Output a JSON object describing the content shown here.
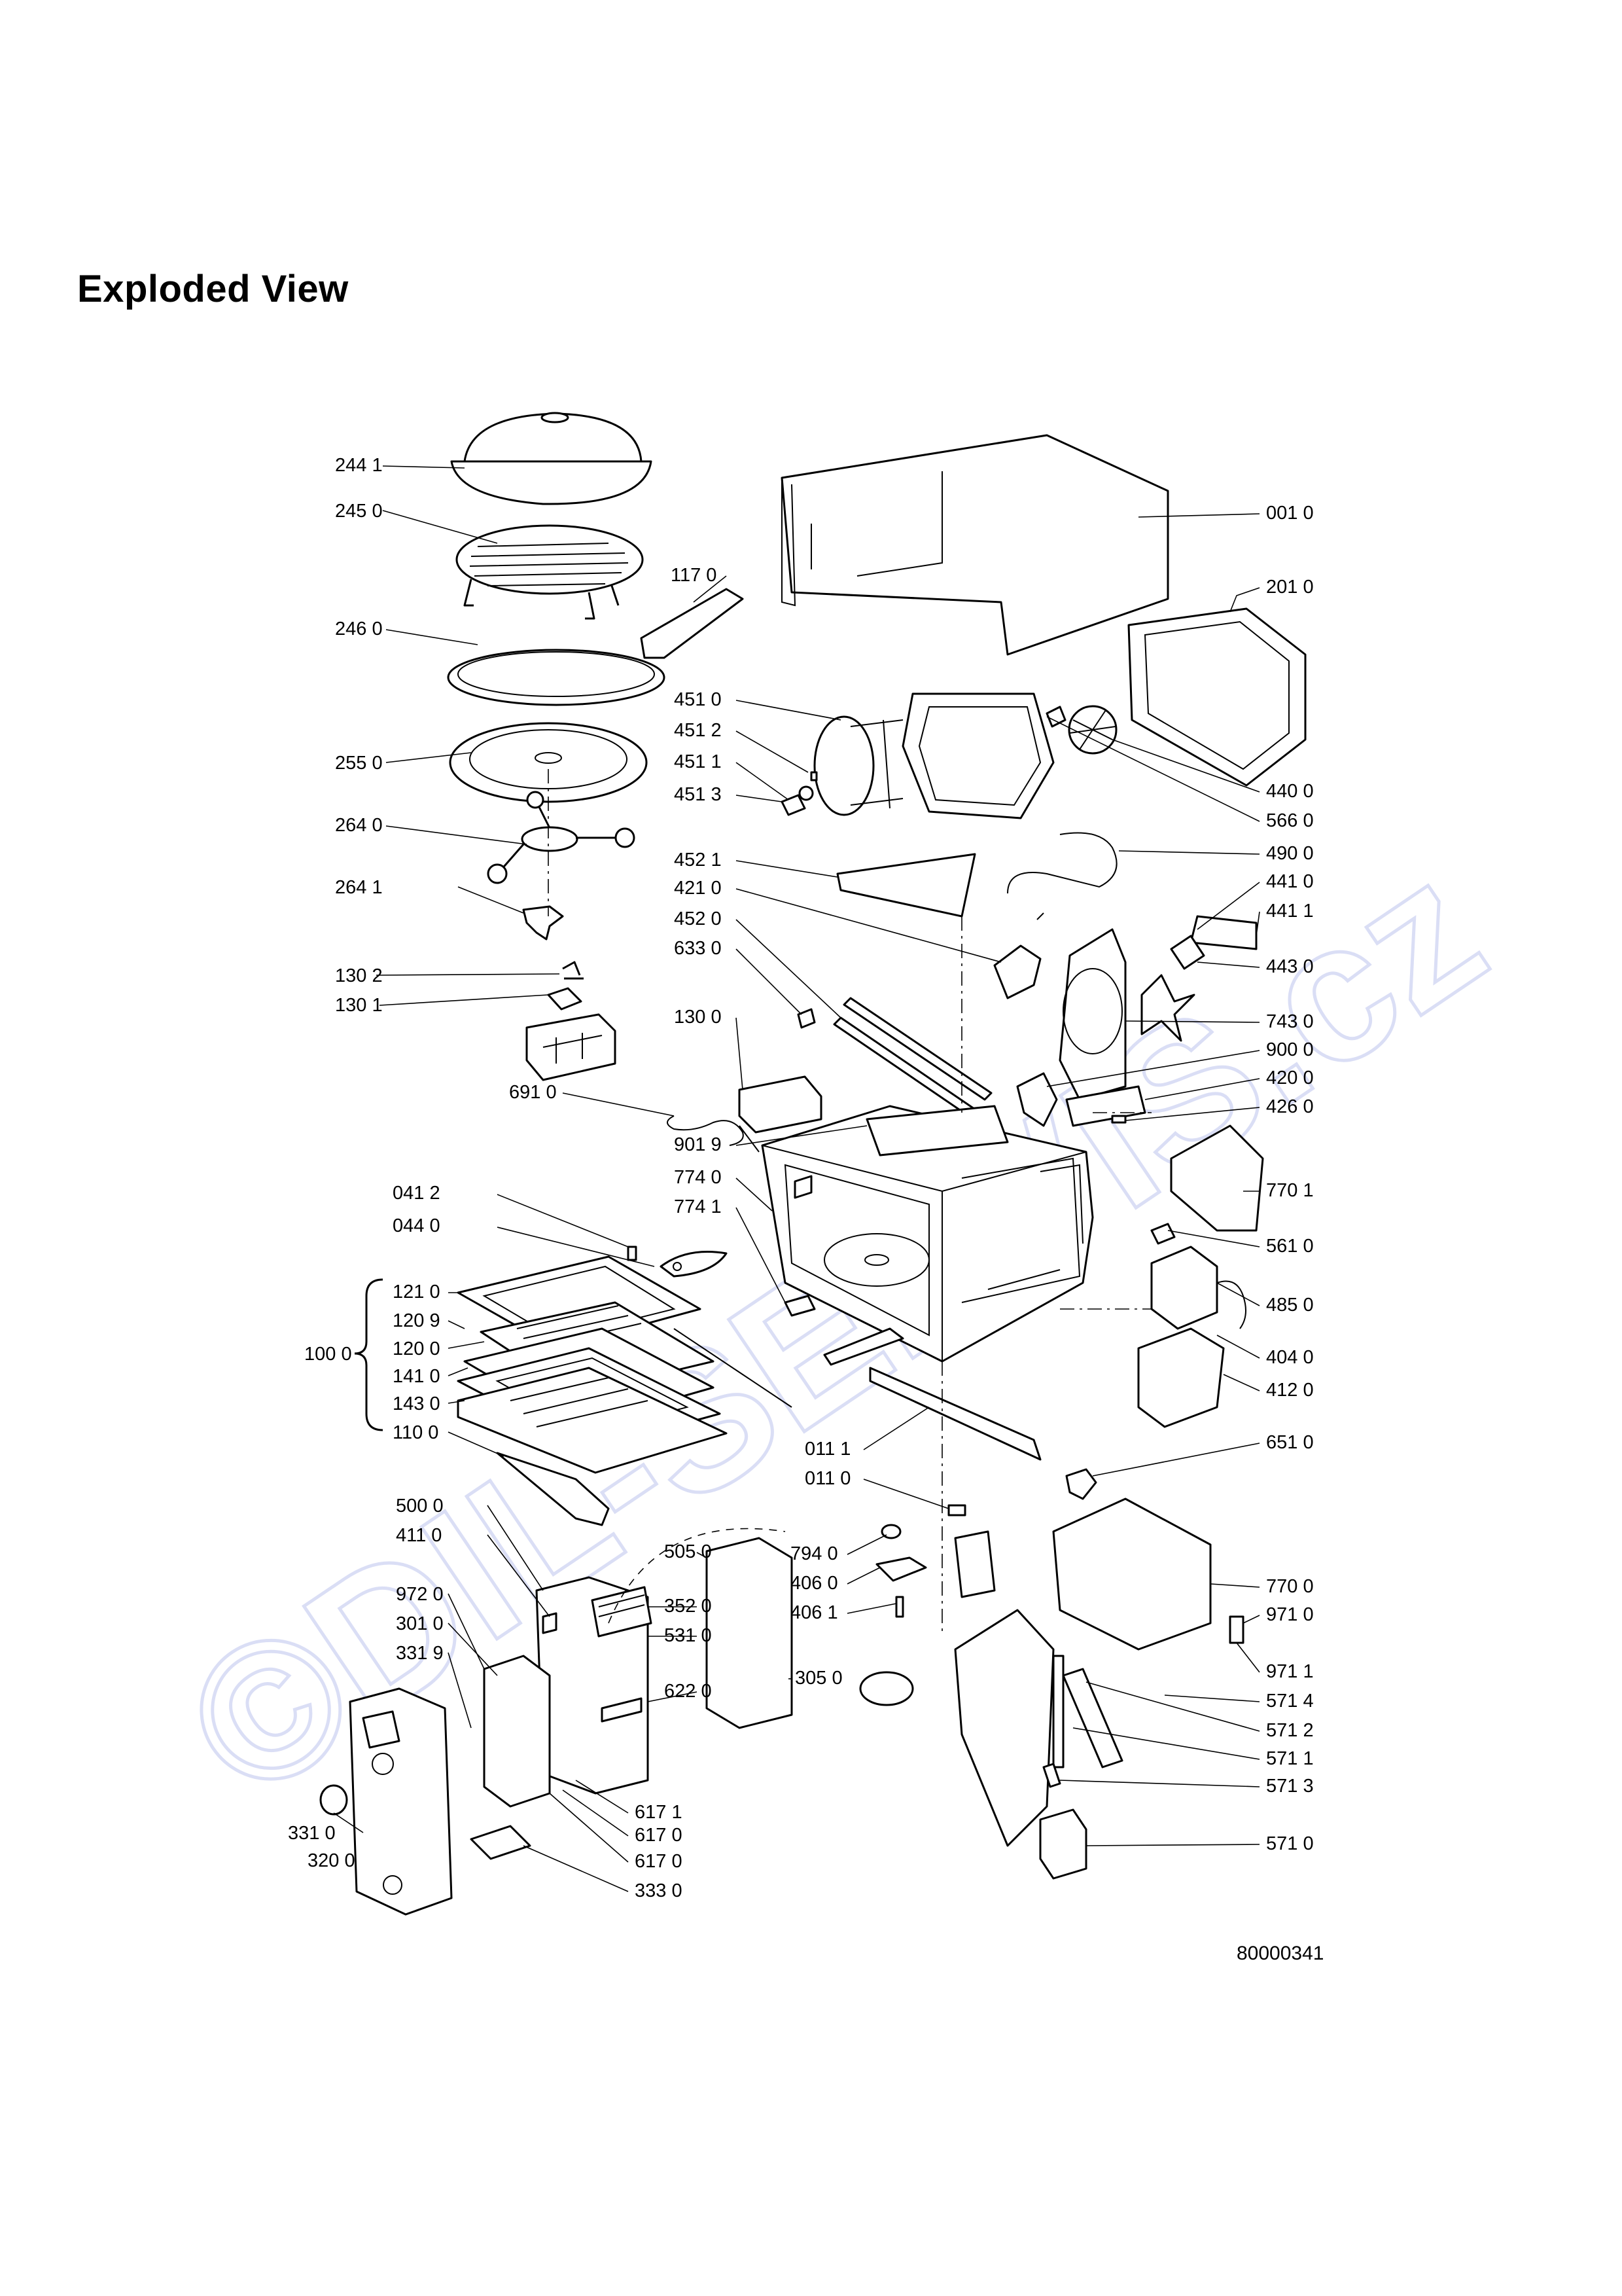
{
  "page": {
    "title": "Exploded View",
    "document_number": "80000341"
  },
  "watermark": {
    "text": "©DIL-SERVIS.cz",
    "color": "#c7cdf0"
  },
  "callouts": [
    {
      "id": "c2441",
      "label": "244 1",
      "side": "left"
    },
    {
      "id": "c2450",
      "label": "245 0",
      "side": "left"
    },
    {
      "id": "c2460",
      "label": "246 0",
      "side": "left"
    },
    {
      "id": "c2550",
      "label": "255 0",
      "side": "left"
    },
    {
      "id": "c2640",
      "label": "264 0",
      "side": "left"
    },
    {
      "id": "c2641",
      "label": "264 1",
      "side": "left"
    },
    {
      "id": "c1302",
      "label": "130 2",
      "side": "left"
    },
    {
      "id": "c1301",
      "label": "130 1",
      "side": "left"
    },
    {
      "id": "c6910",
      "label": "691 0",
      "side": "left"
    },
    {
      "id": "c0412",
      "label": "041 2",
      "side": "left"
    },
    {
      "id": "c0440",
      "label": "044 0",
      "side": "left"
    },
    {
      "id": "c1210",
      "label": "121 0",
      "side": "left"
    },
    {
      "id": "c1209",
      "label": "120 9",
      "side": "left"
    },
    {
      "id": "c1000",
      "label": "100 0",
      "side": "left"
    },
    {
      "id": "c1200",
      "label": "120 0",
      "side": "left"
    },
    {
      "id": "c1410",
      "label": "141 0",
      "side": "left"
    },
    {
      "id": "c1430",
      "label": "143 0",
      "side": "left"
    },
    {
      "id": "c1100",
      "label": "110 0",
      "side": "left"
    },
    {
      "id": "c5000",
      "label": "500 0",
      "side": "left"
    },
    {
      "id": "c4110",
      "label": "411 0",
      "side": "left"
    },
    {
      "id": "c9720",
      "label": "972 0",
      "side": "left"
    },
    {
      "id": "c3010",
      "label": "301 0",
      "side": "left"
    },
    {
      "id": "c3319",
      "label": "331 9",
      "side": "left"
    },
    {
      "id": "c3310",
      "label": "331 0",
      "side": "left"
    },
    {
      "id": "c3200",
      "label": "320 0",
      "side": "left"
    },
    {
      "id": "c1170",
      "label": "117 0",
      "side": "center"
    },
    {
      "id": "c4510",
      "label": "451 0",
      "side": "center"
    },
    {
      "id": "c4512",
      "label": "451 2",
      "side": "center"
    },
    {
      "id": "c4511",
      "label": "451 1",
      "side": "center"
    },
    {
      "id": "c4513",
      "label": "451 3",
      "side": "center"
    },
    {
      "id": "c4521",
      "label": "452 1",
      "side": "center"
    },
    {
      "id": "c4210",
      "label": "421 0",
      "side": "center"
    },
    {
      "id": "c4520",
      "label": "452 0",
      "side": "center"
    },
    {
      "id": "c6330",
      "label": "633 0",
      "side": "center"
    },
    {
      "id": "c1300",
      "label": "130 0",
      "side": "center"
    },
    {
      "id": "c9019",
      "label": "901 9",
      "side": "center"
    },
    {
      "id": "c7740",
      "label": "774 0",
      "side": "center"
    },
    {
      "id": "c7741",
      "label": "774 1",
      "side": "center"
    },
    {
      "id": "c0111",
      "label": "011 1",
      "side": "center"
    },
    {
      "id": "c0110",
      "label": "011 0",
      "side": "center"
    },
    {
      "id": "c5050",
      "label": "505 0",
      "side": "center"
    },
    {
      "id": "c3520",
      "label": "352 0",
      "side": "center"
    },
    {
      "id": "c5310",
      "label": "531 0",
      "side": "center"
    },
    {
      "id": "c6220",
      "label": "622 0",
      "side": "center"
    },
    {
      "id": "c6171",
      "label": "617 1",
      "side": "center"
    },
    {
      "id": "c6170a",
      "label": "617 0",
      "side": "center"
    },
    {
      "id": "c6170b",
      "label": "617 0",
      "side": "center"
    },
    {
      "id": "c3330",
      "label": "333 0",
      "side": "center"
    },
    {
      "id": "c3050",
      "label": "305 0",
      "side": "center"
    },
    {
      "id": "c7940",
      "label": "794 0",
      "side": "center"
    },
    {
      "id": "c4060",
      "label": "406 0",
      "side": "center"
    },
    {
      "id": "c4061",
      "label": "406 1",
      "side": "center"
    },
    {
      "id": "c0010",
      "label": "001 0",
      "side": "right"
    },
    {
      "id": "c2010",
      "label": "201 0",
      "side": "right"
    },
    {
      "id": "c4400",
      "label": "440 0",
      "side": "right"
    },
    {
      "id": "c5660",
      "label": "566 0",
      "side": "right"
    },
    {
      "id": "c4900",
      "label": "490 0",
      "side": "right"
    },
    {
      "id": "c4410",
      "label": "441 0",
      "side": "right"
    },
    {
      "id": "c4411",
      "label": "441 1",
      "side": "right"
    },
    {
      "id": "c4430",
      "label": "443 0",
      "side": "right"
    },
    {
      "id": "c7430",
      "label": "743 0",
      "side": "right"
    },
    {
      "id": "c9000",
      "label": "900 0",
      "side": "right"
    },
    {
      "id": "c4200",
      "label": "420 0",
      "side": "right"
    },
    {
      "id": "c4260",
      "label": "426 0",
      "side": "right"
    },
    {
      "id": "c7701",
      "label": "770 1",
      "side": "right"
    },
    {
      "id": "c5610",
      "label": "561 0",
      "side": "right"
    },
    {
      "id": "c4850",
      "label": "485 0",
      "side": "right"
    },
    {
      "id": "c4040",
      "label": "404 0",
      "side": "right"
    },
    {
      "id": "c4120",
      "label": "412 0",
      "side": "right"
    },
    {
      "id": "c6510",
      "label": "651 0",
      "side": "right"
    },
    {
      "id": "c7700",
      "label": "770 0",
      "side": "right"
    },
    {
      "id": "c9710",
      "label": "971 0",
      "side": "right"
    },
    {
      "id": "c9711",
      "label": "971 1",
      "side": "right"
    },
    {
      "id": "c5714",
      "label": "571 4",
      "side": "right"
    },
    {
      "id": "c5712",
      "label": "571 2",
      "side": "right"
    },
    {
      "id": "c5711",
      "label": "571 1",
      "side": "right"
    },
    {
      "id": "c5713",
      "label": "571 3",
      "side": "right"
    },
    {
      "id": "c5710",
      "label": "571 0",
      "side": "right"
    }
  ]
}
